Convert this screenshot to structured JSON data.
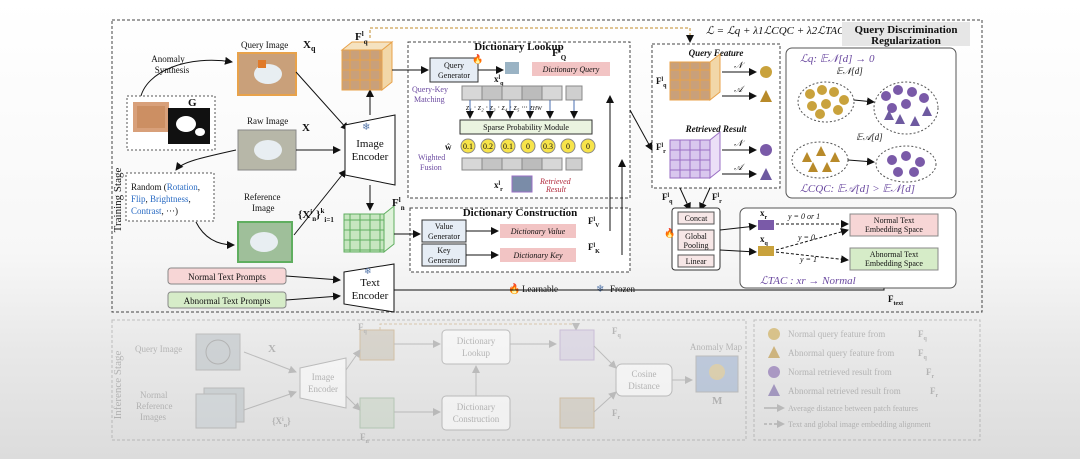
{
  "train": {
    "stage_label": "Training Stage",
    "anomaly_synthesis": [
      "Anomaly",
      "Synthesis"
    ],
    "query_image": "Query Image",
    "raw_image": "Raw Image",
    "reference_image": [
      "Reference",
      "Image"
    ],
    "random_prefix": "Random (",
    "random_items": [
      "Rotation",
      "Flip",
      "Brightness",
      "Contrast",
      "···)"
    ],
    "image_encoder": [
      "Image",
      "Encoder"
    ],
    "text_encoder": [
      "Text",
      "Encoder"
    ],
    "normal_prompts": "Normal Text Prompts",
    "abnormal_prompts": "Abnormal Text Prompts",
    "dictionary_lookup": "Dictionary Lookup",
    "query_generator": [
      "Query",
      "Generator"
    ],
    "dictionary_query": "Dictionary Query",
    "query_key_matching": [
      "Query-Key",
      "Matching"
    ],
    "sparse_module": "Sparse Probability Module",
    "weighted_fusion": [
      "Wighted",
      "Fusion"
    ],
    "retrieved_result_small": [
      "Retrieved",
      "Result"
    ],
    "prob_values": [
      "0.1",
      "0.2",
      "0.1",
      "0",
      "0.3",
      "0",
      "0"
    ],
    "dictionary_construction": "Dictionary Construction",
    "value_generator": [
      "Value",
      "Generator"
    ],
    "key_generator": [
      "Key",
      "Generator"
    ],
    "dictionary_value": "Dictionary Value",
    "dictionary_key": "Dictionary Key",
    "learnable": "Learnable",
    "frozen": "Frozen",
    "query_feature": "Query Feature",
    "retrieved_result": "Retrieved Result",
    "concat": "Concat",
    "global_pooling": [
      "Global",
      "Pooling"
    ],
    "linear": "Linear",
    "normal_embedding": [
      "Normal Text",
      "Embedding Space"
    ],
    "abnormal_embedding": [
      "Abnormal Text",
      "Embedding Space"
    ],
    "ye0": "y = 0 or 1",
    "ye0b": "y = 0",
    "ye1": "y = 1",
    "loss_formula": "ℒ = ℒq + λ1ℒCQC + λ2ℒTAC",
    "qdr_title": [
      "Query Discrimination",
      "Regularization"
    ],
    "lq": "ℒq:  𝔼𝒩[d] → 0",
    "en_d": "𝔼𝒩[d]",
    "ea_d": "𝔼𝒜[d]",
    "lcqc": "ℒCQC:  𝔼𝒜[d] > 𝔼𝒩[d]",
    "ltac": "ℒTAC : xr → Normal",
    "n_sym": "𝒩",
    "a_sym": "𝒜",
    "g_label": "G"
  },
  "infer": {
    "stage_label": "Inference Stage",
    "query_image": "Query Image",
    "normal_reference": [
      "Normal",
      "Reference",
      "Images"
    ],
    "image_encoder": [
      "Image",
      "Encoder"
    ],
    "dictionary_lookup": [
      "Dictionary",
      "Lookup"
    ],
    "dictionary_construction": [
      "Dictionary",
      "Construction"
    ],
    "cosine_distance": [
      "Cosine",
      "Distance"
    ],
    "anomaly_map": "Anomaly Map",
    "m_label": "M"
  },
  "legend": {
    "items": [
      "Normal query feature from",
      "Abnormal query feature from",
      "Normal retrieved result from",
      "Abnormal retrieved result from",
      "Average distance between patch features",
      "Text and global image embedding alignment"
    ]
  },
  "colors": {
    "query_orange": "#e8a24a",
    "ref_green": "#5fae5f",
    "retrieved_purple": "#9a6fc4",
    "normal_circle": "#c9a23c",
    "abnormal_tri": "#b88a2a",
    "purple_circle": "#7a5aa8",
    "dict_pink": "#f2c4c4",
    "normal_box": "#f7d6d6",
    "abnormal_box": "#d6ecc8"
  }
}
